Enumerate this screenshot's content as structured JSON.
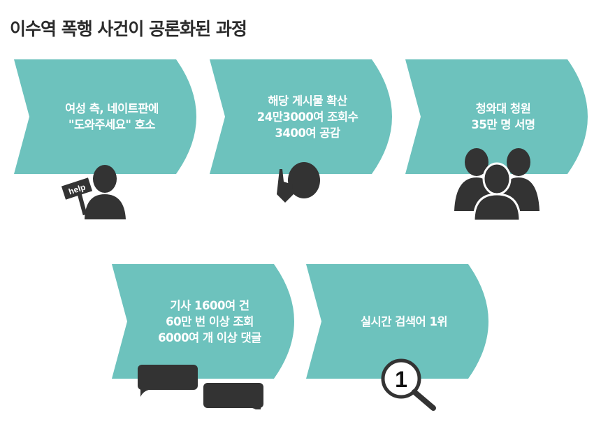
{
  "title": "이수역 폭행 사건이 공론화된 과정",
  "colors": {
    "step_fill": "#6dc2bd",
    "icon": "#333333",
    "text": "#ffffff"
  },
  "steps": [
    {
      "lines": [
        "여성 측, 네이트판에",
        "\"도와주세요\" 호소"
      ],
      "icon": "person-help-sign-icon",
      "sign_text": "help"
    },
    {
      "lines": [
        "해당 게시물 확산",
        "24만3000여 조회수",
        "3400여 공감"
      ],
      "icon": "thumbs-up-icon"
    },
    {
      "lines": [
        "청와대 청원",
        "35만 명 서명"
      ],
      "icon": "group-people-icon"
    },
    {
      "lines": [
        "기사 1600여 건",
        "60만 번 이상 조회",
        "6000여 개 이상 댓글"
      ],
      "icon": "speech-bubbles-icon"
    },
    {
      "lines": [
        "실시간 검색어 1위"
      ],
      "icon": "magnifier-rank-icon",
      "rank_text": "1"
    }
  ]
}
